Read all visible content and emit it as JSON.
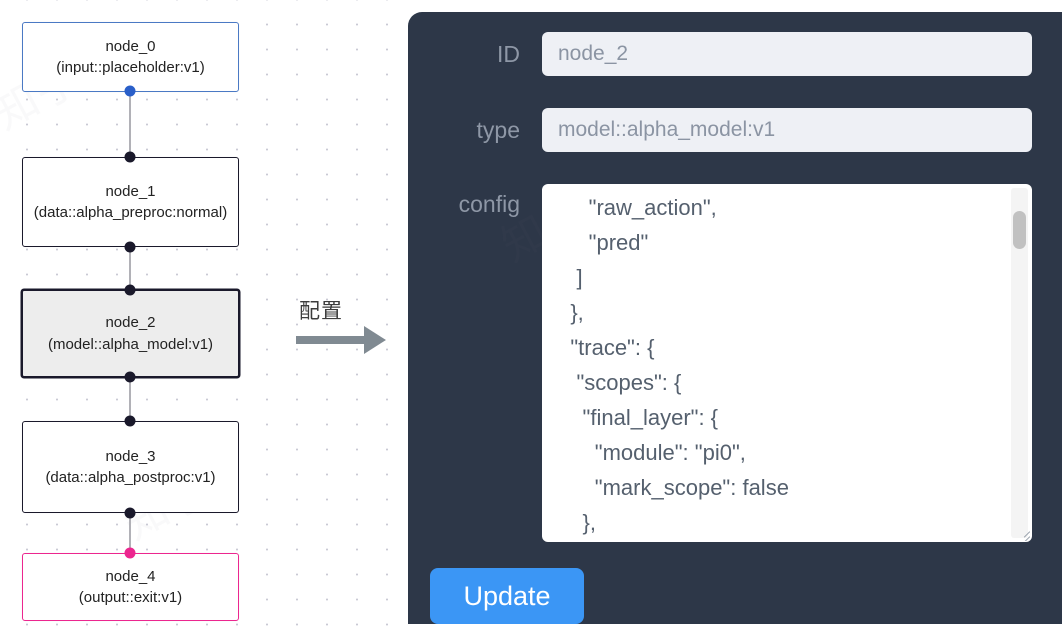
{
  "graph": {
    "nodes": [
      {
        "id": "node_0",
        "title": "node_0",
        "subtitle": "(input::placeholder:v1)",
        "style": "blue",
        "selected": false
      },
      {
        "id": "node_1",
        "title": "node_1",
        "subtitle": "(data::alpha_preproc:normal)",
        "style": "default",
        "selected": false
      },
      {
        "id": "node_2",
        "title": "node_2",
        "subtitle": "(model::alpha_model:v1)",
        "style": "default",
        "selected": true
      },
      {
        "id": "node_3",
        "title": "node_3",
        "subtitle": "(data::alpha_postproc:v1)",
        "style": "default",
        "selected": false
      },
      {
        "id": "node_4",
        "title": "node_4",
        "subtitle": "(output::exit:v1)",
        "style": "pink",
        "selected": false
      }
    ],
    "edge_count": 4
  },
  "transition": {
    "label": "配置",
    "arrow_color": "#808a92"
  },
  "inspector": {
    "panel_color": "#2d3748",
    "fields": [
      {
        "name": "id",
        "label": "ID",
        "value": "node_2"
      },
      {
        "name": "type",
        "label": "type",
        "value": "model::alpha_model:v1"
      }
    ],
    "config": {
      "label": "config",
      "value": "      \"raw_action\",\n      \"pred\"\n    ]\n   },\n   \"trace\": {\n    \"scopes\": {\n     \"final_layer\": {\n       \"module\": \"pi0\",\n       \"mark_scope\": false\n     },\n     \"action_model\": {"
    },
    "update_button": {
      "label": "Update",
      "color": "#3b96f5"
    },
    "scrollbar": {
      "name": "config-scrollbar"
    }
  }
}
